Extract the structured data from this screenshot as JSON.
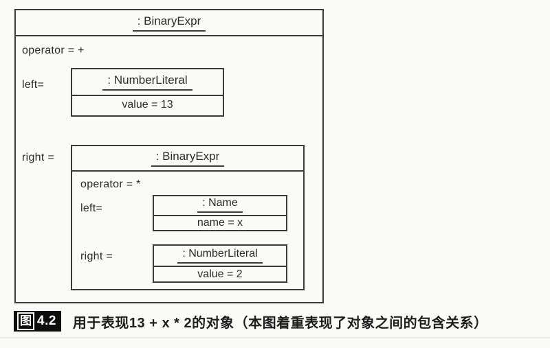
{
  "diagram": {
    "root": {
      "title": ": BinaryExpr",
      "operator": "operator = +",
      "left_label": "left=",
      "right_label": "right =",
      "left_object": {
        "title": ": NumberLiteral",
        "attribute": "value = 13"
      },
      "right_object": {
        "title": ": BinaryExpr",
        "operator": "operator = *",
        "left_label": "left=",
        "right_label": "right =",
        "left_object": {
          "title": ": Name",
          "attribute": "name = x"
        },
        "right_object": {
          "title": ": NumberLiteral",
          "attribute": "value = 2"
        }
      }
    }
  },
  "caption": {
    "figure_label": "图",
    "figure_number": "4.2",
    "text": "用于表现13 + x * 2的对象（本图着重表现了对象之间的包含关系）"
  },
  "colors": {
    "line": "#3a3a3a",
    "badge_bg": "#0d0d0d",
    "page_bg": "#fafaf7"
  }
}
